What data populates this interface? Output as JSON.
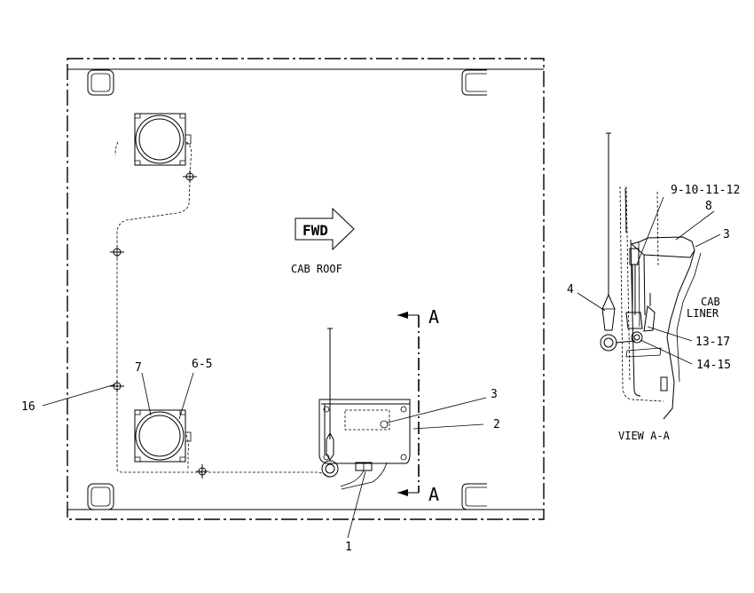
{
  "diagram": {
    "fwd_label": "FWD",
    "cab_roof_label": "CAB ROOF",
    "view_label": "VIEW A-A",
    "cab_liner_line1": "CAB",
    "cab_liner_line2": "LINER",
    "section_marker_top": "A",
    "section_marker_bottom": "A",
    "callouts": {
      "c1": "1",
      "c2": "2",
      "c3_main": "3",
      "c6_5": "6-5",
      "c7": "7",
      "c16": "16",
      "c9_12": "9-10-11-12",
      "c8": "8",
      "c3_view": "3",
      "c4": "4",
      "c13_17": "13-17",
      "c14_15": "14-15"
    }
  }
}
